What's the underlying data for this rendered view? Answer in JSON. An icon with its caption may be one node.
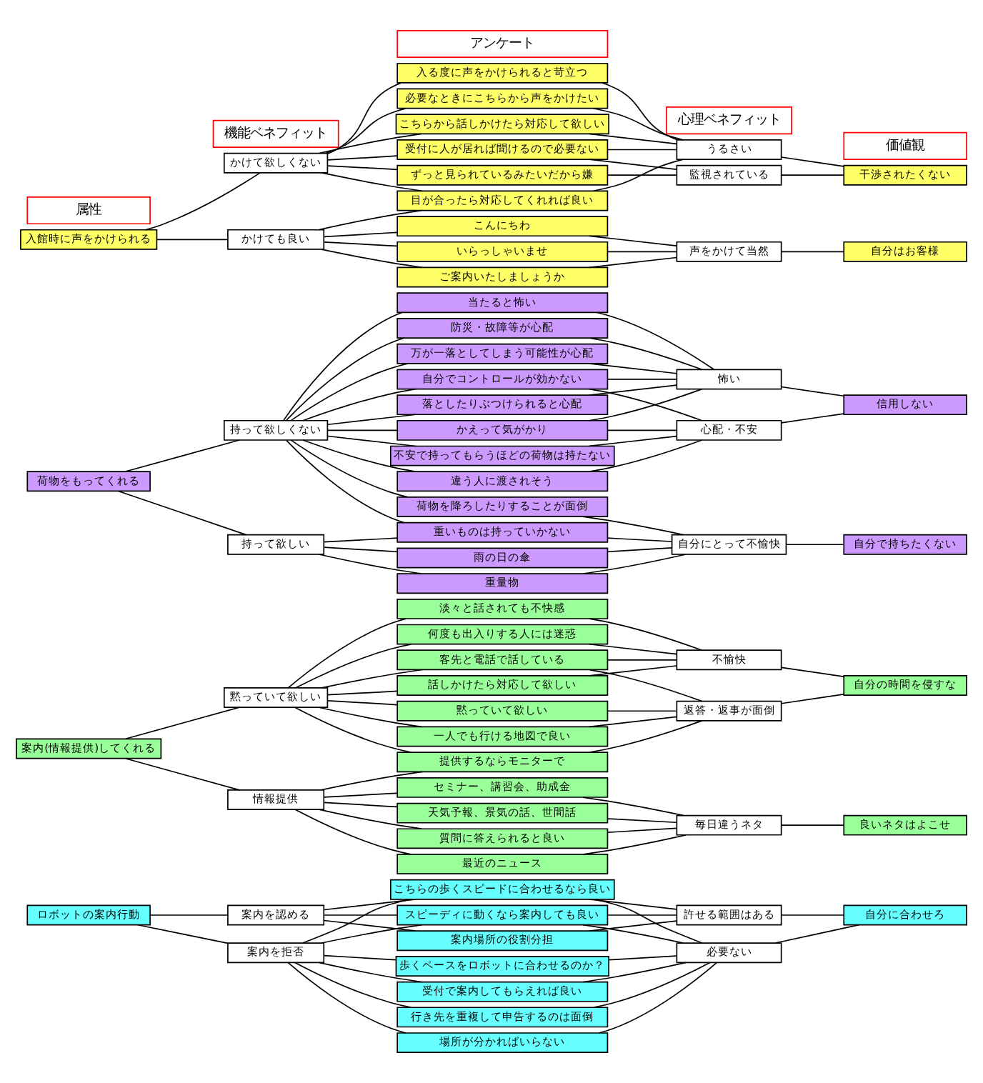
{
  "diagram": {
    "nodes": [
      {
        "text": [
          "属性"
        ]
      },
      {
        "text": [
          "機能ベネフィット"
        ]
      },
      {
        "text": [
          "アンケート"
        ]
      },
      {
        "text": [
          "心理ベネフィット"
        ]
      },
      {
        "text": [
          "価値観"
        ]
      },
      {
        "text": [
          "入館時に声をかけられる"
        ]
      },
      {
        "text": [
          "かけて欲しくない"
        ]
      },
      {
        "text": [
          "かけても良い"
        ]
      },
      {
        "text": [
          "入る度に声をかけられると苛立つ"
        ]
      },
      {
        "text": [
          "必要なときにこちらから声をかけたい"
        ]
      },
      {
        "text": [
          "こちらから話しかけたら対応して欲しい"
        ]
      },
      {
        "text": [
          "受付に人が居れば聞けるので必要ない"
        ]
      },
      {
        "text": [
          "ずっと見られているみたいだから嫌"
        ]
      },
      {
        "text": [
          "目が合ったら対応してくれれば良い"
        ]
      },
      {
        "text": [
          "こんにちわ"
        ]
      },
      {
        "text": [
          "いらっしゃいませ"
        ]
      },
      {
        "text": [
          "ご案内いたしましょうか"
        ]
      },
      {
        "text": [
          "うるさい"
        ]
      },
      {
        "text": [
          "監視されている"
        ]
      },
      {
        "text": [
          "声をかけて当然"
        ]
      },
      {
        "text": [
          "干渉されたくない"
        ]
      },
      {
        "text": [
          "自分はお客様"
        ]
      },
      {
        "text": [
          "荷物をもってくれる"
        ]
      },
      {
        "text": [
          "持って欲しくない"
        ]
      },
      {
        "text": [
          "持って欲しい"
        ]
      },
      {
        "text": [
          "当たると怖い"
        ]
      },
      {
        "text": [
          "防災・故障等が心配"
        ]
      },
      {
        "text": [
          "万が一落としてしまう可能性が心配"
        ]
      },
      {
        "text": [
          "自分でコントロールが効かない"
        ]
      },
      {
        "text": [
          "落としたりぶつけられると心配"
        ]
      },
      {
        "text": [
          "かえって気がかり"
        ]
      },
      {
        "text": [
          "不安で持ってもらうほどの荷物は持たない"
        ]
      },
      {
        "text": [
          "違う人に渡されそう"
        ]
      },
      {
        "text": [
          "荷物を降ろしたりすることが面倒"
        ]
      },
      {
        "text": [
          "重いものは持っていかない"
        ]
      },
      {
        "text": [
          "雨の日の傘"
        ]
      },
      {
        "text": [
          "重量物"
        ]
      },
      {
        "text": [
          "怖い"
        ]
      },
      {
        "text": [
          "心配・不安"
        ]
      },
      {
        "text": [
          "自分にとって不愉快"
        ]
      },
      {
        "text": [
          "信用しない"
        ]
      },
      {
        "text": [
          "自分で持ちたくない"
        ]
      },
      {
        "text": [
          "案内(情報提供)してくれる"
        ]
      },
      {
        "text": [
          "黙っていて欲しい"
        ]
      },
      {
        "text": [
          "情報提供"
        ]
      },
      {
        "text": [
          "淡々と話されても不快感"
        ]
      },
      {
        "text": [
          "何度も出入りする人には迷惑"
        ]
      },
      {
        "text": [
          "客先と電話で話している"
        ]
      },
      {
        "text": [
          "話しかけたら対応して欲しい"
        ]
      },
      {
        "text": [
          "黙っていて欲しい"
        ]
      },
      {
        "text": [
          "一人でも行ける地図で良い"
        ]
      },
      {
        "text": [
          "提供するならモニターで"
        ]
      },
      {
        "text": [
          "セミナー、講習会、助成金"
        ]
      },
      {
        "text": [
          "天気予報、景気の話、世間話"
        ]
      },
      {
        "text": [
          "質問に答えられると良い"
        ]
      },
      {
        "text": [
          "最近のニュース"
        ]
      },
      {
        "text": [
          "不愉快"
        ]
      },
      {
        "text": [
          "返答・返事が面倒"
        ]
      },
      {
        "text": [
          "毎日違うネタ"
        ]
      },
      {
        "text": [
          "自分の時間を侵すな"
        ]
      },
      {
        "text": [
          "良いネタはよこせ"
        ]
      },
      {
        "text": [
          "ロボットの案内行動"
        ]
      },
      {
        "text": [
          "案内を認める"
        ]
      },
      {
        "text": [
          "案内を拒否"
        ]
      },
      {
        "text": [
          "こちらの歩くスピードに合わせるなら良い"
        ]
      },
      {
        "text": [
          "スピーディに動くなら案内しても良い"
        ]
      },
      {
        "text": [
          "案内場所の役割分担"
        ]
      },
      {
        "text": [
          "歩くペースをロボットに合わせるのか？"
        ]
      },
      {
        "text": [
          "受付で案内してもらえれば良い"
        ]
      },
      {
        "text": [
          "行き先を重複して申告するのは面倒"
        ]
      },
      {
        "text": [
          "場所が分かればいらない"
        ]
      },
      {
        "text": [
          "許せる範囲はある"
        ]
      },
      {
        "text": [
          "必要ない"
        ]
      },
      {
        "text": [
          "自分に合わせろ"
        ]
      }
    ],
    "edges": [
      {
        "from": 5,
        "to": 6,
        "arrow": "none"
      },
      {
        "from": 5,
        "to": 7,
        "arrow": "none"
      },
      {
        "from": 6,
        "to": 8,
        "arrow": "none"
      },
      {
        "from": 6,
        "to": 9,
        "arrow": "none"
      },
      {
        "from": 6,
        "to": 10,
        "arrow": "none"
      },
      {
        "from": 6,
        "to": 11,
        "arrow": "none"
      },
      {
        "from": 6,
        "to": 12,
        "arrow": "none"
      },
      {
        "from": 6,
        "to": 13,
        "arrow": "none"
      },
      {
        "from": 7,
        "to": 13,
        "arrow": "none"
      },
      {
        "from": 7,
        "to": 14,
        "arrow": "none"
      },
      {
        "from": 7,
        "to": 15,
        "arrow": "none"
      },
      {
        "from": 7,
        "to": 16,
        "arrow": "none"
      },
      {
        "from": 8,
        "to": 17,
        "arrow": "none"
      },
      {
        "from": 9,
        "to": 17,
        "arrow": "none"
      },
      {
        "from": 10,
        "to": 17,
        "arrow": "none"
      },
      {
        "from": 11,
        "to": 17,
        "arrow": "none"
      },
      {
        "from": 11,
        "to": 18,
        "arrow": "none"
      },
      {
        "from": 12,
        "to": 18,
        "arrow": "none"
      },
      {
        "from": 13,
        "to": 17,
        "arrow": "none"
      },
      {
        "from": 14,
        "to": 19,
        "arrow": "none"
      },
      {
        "from": 15,
        "to": 19,
        "arrow": "none"
      },
      {
        "from": 16,
        "to": 19,
        "arrow": "none"
      },
      {
        "from": 17,
        "to": 20,
        "arrow": "none"
      },
      {
        "from": 18,
        "to": 20,
        "arrow": "none"
      },
      {
        "from": 19,
        "to": 21,
        "arrow": "none"
      },
      {
        "from": 22,
        "to": 23,
        "arrow": "none"
      },
      {
        "from": 22,
        "to": 24,
        "arrow": "none"
      },
      {
        "from": 23,
        "to": 25,
        "arrow": "none"
      },
      {
        "from": 23,
        "to": 26,
        "arrow": "none"
      },
      {
        "from": 23,
        "to": 27,
        "arrow": "none"
      },
      {
        "from": 23,
        "to": 28,
        "arrow": "none"
      },
      {
        "from": 23,
        "to": 29,
        "arrow": "none"
      },
      {
        "from": 23,
        "to": 30,
        "arrow": "none"
      },
      {
        "from": 23,
        "to": 31,
        "arrow": "none"
      },
      {
        "from": 23,
        "to": 32,
        "arrow": "none"
      },
      {
        "from": 23,
        "to": 33,
        "arrow": "none"
      },
      {
        "from": 23,
        "to": 34,
        "arrow": "none"
      },
      {
        "from": 24,
        "to": 34,
        "arrow": "none"
      },
      {
        "from": 24,
        "to": 35,
        "arrow": "none"
      },
      {
        "from": 24,
        "to": 36,
        "arrow": "none"
      },
      {
        "from": 25,
        "to": 37,
        "arrow": "none"
      },
      {
        "from": 26,
        "to": 37,
        "arrow": "none"
      },
      {
        "from": 27,
        "to": 37,
        "arrow": "none"
      },
      {
        "from": 28,
        "to": 37,
        "arrow": "none"
      },
      {
        "from": 28,
        "to": 38,
        "arrow": "none"
      },
      {
        "from": 29,
        "to": 37,
        "arrow": "none"
      },
      {
        "from": 30,
        "to": 37,
        "arrow": "none"
      },
      {
        "from": 30,
        "to": 38,
        "arrow": "none"
      },
      {
        "from": 31,
        "to": 38,
        "arrow": "none"
      },
      {
        "from": 32,
        "to": 38,
        "arrow": "none"
      },
      {
        "from": 33,
        "to": 39,
        "arrow": "none"
      },
      {
        "from": 34,
        "to": 39,
        "arrow": "none"
      },
      {
        "from": 35,
        "to": 39,
        "arrow": "none"
      },
      {
        "from": 36,
        "to": 39,
        "arrow": "none"
      },
      {
        "from": 37,
        "to": 40,
        "arrow": "none"
      },
      {
        "from": 38,
        "to": 40,
        "arrow": "none"
      },
      {
        "from": 39,
        "to": 41,
        "arrow": "none"
      },
      {
        "from": 42,
        "to": 43,
        "arrow": "none"
      },
      {
        "from": 42,
        "to": 44,
        "arrow": "none"
      },
      {
        "from": 43,
        "to": 45,
        "arrow": "none"
      },
      {
        "from": 43,
        "to": 46,
        "arrow": "none"
      },
      {
        "from": 43,
        "to": 47,
        "arrow": "none"
      },
      {
        "from": 43,
        "to": 48,
        "arrow": "none"
      },
      {
        "from": 43,
        "to": 49,
        "arrow": "none"
      },
      {
        "from": 43,
        "to": 50,
        "arrow": "none"
      },
      {
        "from": 43,
        "to": 51,
        "arrow": "none"
      },
      {
        "from": 44,
        "to": 51,
        "arrow": "none"
      },
      {
        "from": 44,
        "to": 52,
        "arrow": "none"
      },
      {
        "from": 44,
        "to": 53,
        "arrow": "none"
      },
      {
        "from": 44,
        "to": 54,
        "arrow": "none"
      },
      {
        "from": 44,
        "to": 55,
        "arrow": "none"
      },
      {
        "from": 45,
        "to": 56,
        "arrow": "none"
      },
      {
        "from": 46,
        "to": 56,
        "arrow": "none"
      },
      {
        "from": 47,
        "to": 56,
        "arrow": "none"
      },
      {
        "from": 47,
        "to": 57,
        "arrow": "none"
      },
      {
        "from": 48,
        "to": 56,
        "arrow": "none"
      },
      {
        "from": 49,
        "to": 57,
        "arrow": "none"
      },
      {
        "from": 50,
        "to": 57,
        "arrow": "none"
      },
      {
        "from": 51,
        "to": 57,
        "arrow": "none"
      },
      {
        "from": 52,
        "to": 58,
        "arrow": "none"
      },
      {
        "from": 53,
        "to": 58,
        "arrow": "none"
      },
      {
        "from": 54,
        "to": 58,
        "arrow": "none"
      },
      {
        "from": 55,
        "to": 58,
        "arrow": "none"
      },
      {
        "from": 56,
        "to": 59,
        "arrow": "none"
      },
      {
        "from": 57,
        "to": 59,
        "arrow": "none"
      },
      {
        "from": 58,
        "to": 60,
        "arrow": "none"
      },
      {
        "from": 61,
        "to": 62,
        "arrow": "none"
      },
      {
        "from": 61,
        "to": 63,
        "arrow": "none"
      },
      {
        "from": 62,
        "to": 64,
        "arrow": "none"
      },
      {
        "from": 62,
        "to": 65,
        "arrow": "none"
      },
      {
        "from": 62,
        "to": 66,
        "arrow": "none"
      },
      {
        "from": 63,
        "to": 64,
        "arrow": "none"
      },
      {
        "from": 63,
        "to": 65,
        "arrow": "none"
      },
      {
        "from": 63,
        "to": 67,
        "arrow": "none"
      },
      {
        "from": 63,
        "to": 68,
        "arrow": "none"
      },
      {
        "from": 63,
        "to": 69,
        "arrow": "none"
      },
      {
        "from": 63,
        "to": 70,
        "arrow": "none"
      },
      {
        "from": 64,
        "to": 71,
        "arrow": "none"
      },
      {
        "from": 65,
        "to": 71,
        "arrow": "none"
      },
      {
        "from": 66,
        "to": 71,
        "arrow": "none"
      },
      {
        "from": 64,
        "to": 72,
        "arrow": "none"
      },
      {
        "from": 65,
        "to": 72,
        "arrow": "none"
      },
      {
        "from": 67,
        "to": 72,
        "arrow": "none"
      },
      {
        "from": 68,
        "to": 72,
        "arrow": "none"
      },
      {
        "from": 69,
        "to": 72,
        "arrow": "none"
      },
      {
        "from": 70,
        "to": 72,
        "arrow": "none"
      },
      {
        "from": 71,
        "to": 73,
        "arrow": "none"
      },
      {
        "from": 72,
        "to": 73,
        "arrow": "none"
      }
    ]
  }
}
